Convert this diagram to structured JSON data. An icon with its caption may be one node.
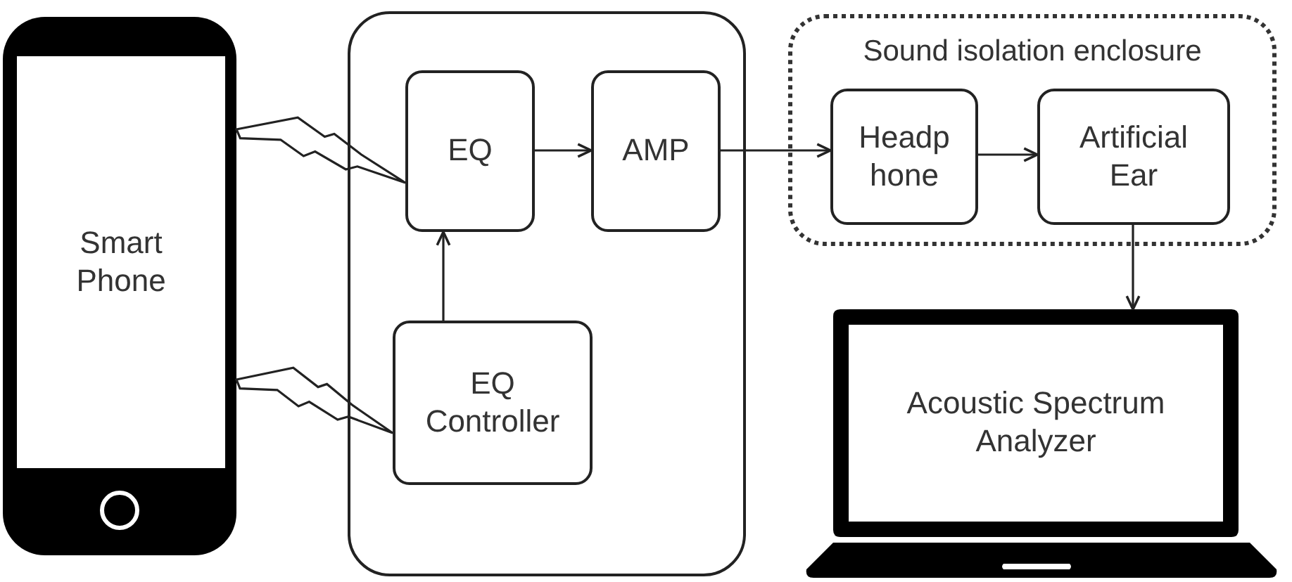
{
  "diagram": {
    "nodes": [
      {
        "text": [
          "Smart Phone"
        ]
      },
      {
        "text": [],
        "shape": "box"
      },
      {
        "text": [
          "EQ"
        ],
        "in": 1
      },
      {
        "text": [
          "AMP"
        ],
        "in": 1
      },
      {
        "text": [
          "EQ Controller"
        ],
        "in": 1
      },
      {
        "text": [
          "Sound isolation enclosure"
        ]
      },
      {
        "text": [
          "Headp hone"
        ],
        "in": 5
      },
      {
        "text": [
          "Artificial Ear"
        ],
        "in": 5
      },
      {
        "text": [
          "Acoustic Spectrum Analyzer"
        ]
      }
    ],
    "edges": [
      {
        "from": 0,
        "to": 2,
        "arrow": "none"
      },
      {
        "from": 0,
        "to": 4,
        "arrow": "none"
      },
      {
        "from": 2,
        "to": 3,
        "arrow": "to"
      },
      {
        "from": 4,
        "to": 2,
        "arrow": "to"
      },
      {
        "from": 3,
        "to": 6,
        "arrow": "to"
      },
      {
        "from": 6,
        "to": 7,
        "arrow": "to"
      },
      {
        "from": 7,
        "to": 8,
        "arrow": "to"
      }
    ]
  }
}
